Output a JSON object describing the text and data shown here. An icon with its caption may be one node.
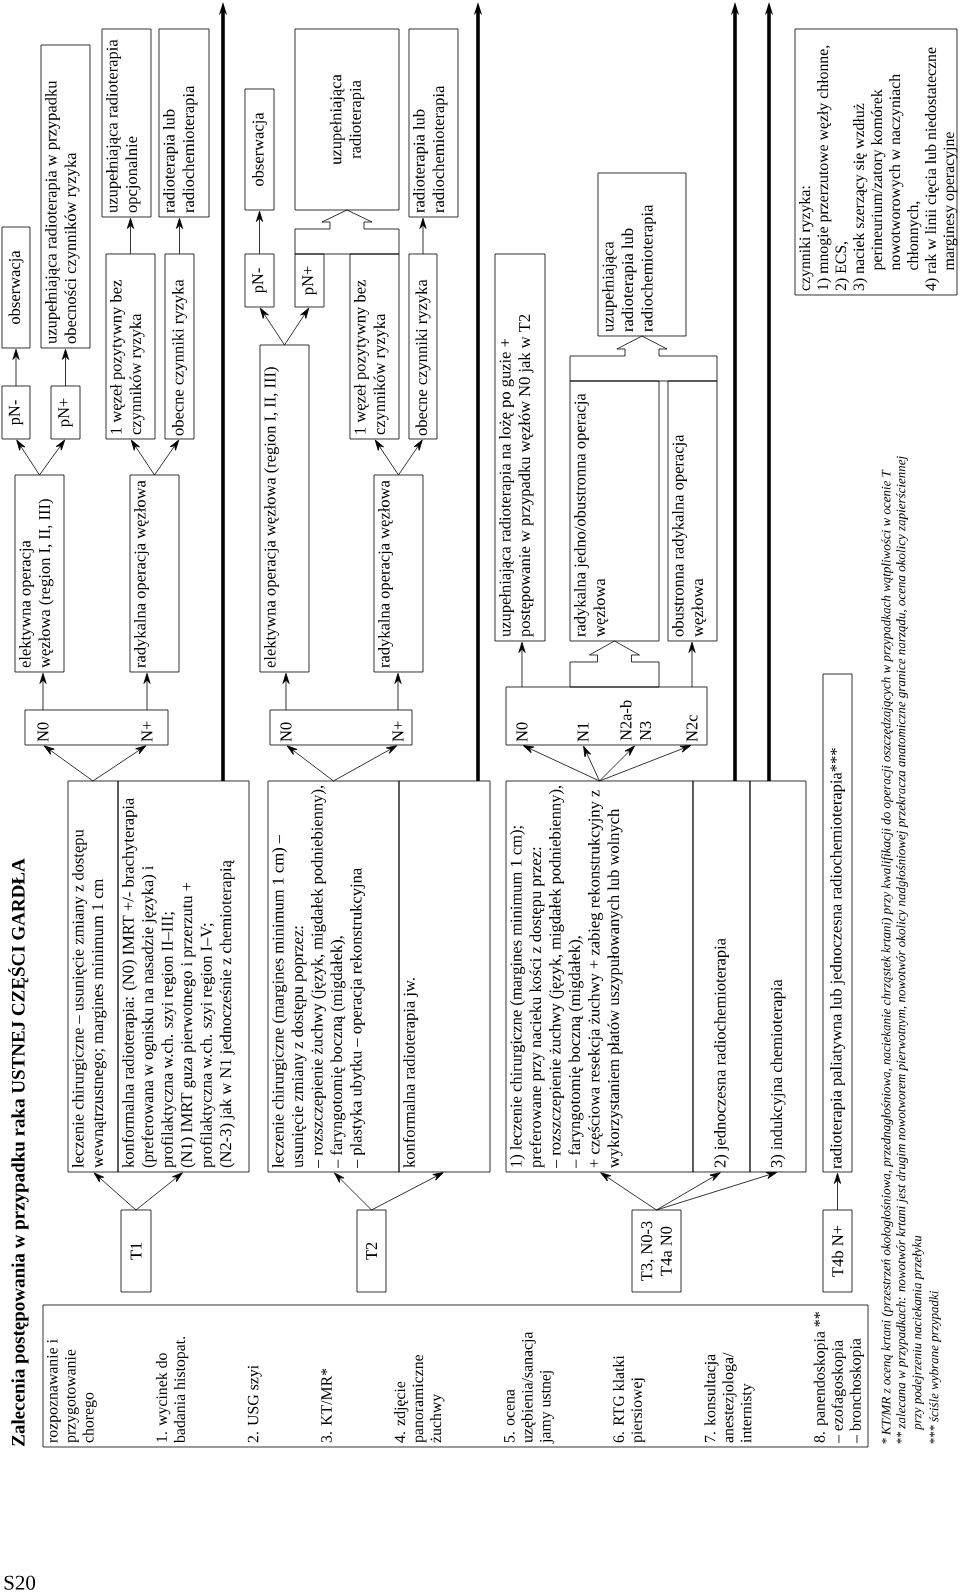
{
  "diagram": {
    "title": "Zalecenia postępowania w przypadku raka USTNEJ CZĘŚCI GARDŁA",
    "nodes": [
      {
        "text": [
          "rozpoznawanie i przygotowanie chorego",
          "1. wycinek do badania histopat.",
          "2. USG szyi",
          "3. KT/MR*",
          "4. zdjęcie panoramiczne żuchwy",
          "5. ocena uzębienia/sanacja jamy ustnej",
          "6. RTG klatki piersiowej",
          "7. konsultacja anestezjologa/ internisty",
          "8. panendoskopia **",
          "– ezofagoskopia",
          "– bronchoskopia"
        ]
      },
      {
        "text": [
          "T1"
        ]
      },
      {
        "text": [
          "leczenie chirurgiczne – usunięcie zmiany z dostępu wewnątrzustnego; margines minimum 1 cm"
        ]
      },
      {
        "text": [
          "konformalna radioterapia: (N0) IMRT +/- brachyterapia (preferowana w ognisku na nasadzie języka) i profilaktyczna w.ch. szyi region II–III;",
          "(N1) IMRT guza pierwotnego i przerzutu + profilaktyczna w.ch. szyi region I–V;",
          "(N2-3) jak w N1 jednocześnie z chemioterapią"
        ]
      },
      {
        "text": [],
        "shape": "box"
      },
      {
        "text": [
          "N0"
        ],
        "in": 4
      },
      {
        "text": [
          "N+"
        ],
        "in": 4
      },
      {
        "text": [
          "elektywna operacja węzłowa (region I, II, III)"
        ]
      },
      {
        "text": [
          "radykalna operacja węzłowa"
        ]
      },
      {
        "text": [
          "pN-"
        ]
      },
      {
        "text": [
          "pN+"
        ]
      },
      {
        "text": [
          "1 węzeł pozytywny bez czynników ryzyka"
        ]
      },
      {
        "text": [
          "obecne czynniki ryzyka"
        ]
      },
      {
        "text": [
          "obserwacja"
        ]
      },
      {
        "text": [
          "uzupełniająca radioterapia w przypadku obecności czynników ryzyka"
        ]
      },
      {
        "text": [
          "uzupełniająca radioterapia opcjonalnie"
        ]
      },
      {
        "text": [
          "radioterapia lub radiochemioterapia"
        ]
      },
      {
        "text": [
          "T2"
        ]
      },
      {
        "text": [
          "leczenie chirurgiczne (margines minimum 1 cm) – usunięcie zmiany z dostępu poprzez:",
          "– rozszczepienie żuchwy (język, migdałek podniebienny),",
          "– faryngotomię boczną (migdałek),",
          "– plastyka ubytku – operacja rekonstrukcyjna"
        ]
      },
      {
        "text": [
          "konformalna radioterapia jw."
        ]
      },
      {
        "text": [],
        "shape": "box"
      },
      {
        "text": [
          "N0"
        ],
        "in": 20
      },
      {
        "text": [
          "N+"
        ],
        "in": 20
      },
      {
        "text": [
          "elektywna operacja węzłowa (region I, II, III)"
        ]
      },
      {
        "text": [
          "radykalna operacja węzłowa"
        ]
      },
      {
        "text": [
          "pN-"
        ]
      },
      {
        "text": [
          "pN+"
        ]
      },
      {
        "text": [
          "1 węzeł pozytywny bez czynników ryzyka"
        ]
      },
      {
        "text": [
          "obecne czynniki ryzyka"
        ]
      },
      {
        "text": [
          "obserwacja"
        ]
      },
      {
        "text": [
          "uzupełniająca radioterapia"
        ]
      },
      {
        "text": [
          "radioterapia lub radiochemioterapia"
        ]
      },
      {
        "text": [
          "T3, N0-3 T4a N0"
        ]
      },
      {
        "text": [
          "1) leczenie chirurgiczne (margines minimum 1 cm); preferowane przy nacieku kości z dostępu przez:",
          "– rozszczepienie żuchwy (język, migdałek podniebienny),",
          "– faryngotomię boczną (migdałek),",
          "+ częściowa resekcja żuchwy + zabieg rekonstrukcyjny z wykorzystaniem płatów uszypułowanych lub wolnych"
        ]
      },
      {
        "text": [
          "2) jednoczesna radiochemioterapia"
        ]
      },
      {
        "text": [
          "3) indukcyjna chemioterapia"
        ]
      },
      {
        "text": [],
        "shape": "box"
      },
      {
        "text": [
          "N0"
        ],
        "in": 36
      },
      {
        "text": [
          "N1"
        ],
        "in": 36
      },
      {
        "text": [
          "N2a-b N3"
        ],
        "in": 36
      },
      {
        "text": [
          "N2c"
        ],
        "in": 36
      },
      {
        "text": [
          "uzupełniająca radioterapia na lożę po guzie + postępowanie w przypadku węzłów N0 jak w T2"
        ]
      },
      {
        "text": [
          "radykalna jedno/obustronna operacja węzłowa"
        ]
      },
      {
        "text": [
          "obustronna radykalna operacja węzłowa"
        ]
      },
      {
        "text": [
          "uzupełniająca radioterapia lub radiochemioterapia"
        ]
      },
      {
        "text": [
          "T4b N+"
        ]
      },
      {
        "text": [
          "radioterapia paliatywna lub jednoczesna radiochemioterapia***"
        ]
      },
      {
        "text": [
          "czynniki ryzyka:",
          "1) mnogie przerzutowe węzły chłonne,",
          "2) ECS,",
          "3) naciek szerzący się wzdłuż perineurium/zatory komórek nowotworowych w naczyniach chłonnych,",
          "4) rak w linii cięcia lub niedostateczne marginesy operacyjne"
        ]
      }
    ],
    "edges": [
      {
        "from": 1,
        "to": 2,
        "arrow": "to"
      },
      {
        "from": 1,
        "to": 3,
        "arrow": "to"
      },
      {
        "from": 2,
        "to": 5,
        "arrow": "to"
      },
      {
        "from": 2,
        "to": 6,
        "arrow": "to"
      },
      {
        "from": 5,
        "to": 7,
        "arrow": "to"
      },
      {
        "from": 6,
        "to": 8,
        "arrow": "to"
      },
      {
        "from": 7,
        "to": 9,
        "arrow": "to"
      },
      {
        "from": 7,
        "to": 10,
        "arrow": "to"
      },
      {
        "from": 9,
        "to": 13,
        "arrow": "to"
      },
      {
        "from": 10,
        "to": 14,
        "arrow": "to"
      },
      {
        "from": 8,
        "to": 11,
        "arrow": "to"
      },
      {
        "from": 8,
        "to": 12,
        "arrow": "to"
      },
      {
        "from": 11,
        "to": 15,
        "arrow": "to"
      },
      {
        "from": 12,
        "to": 16,
        "arrow": "to"
      },
      {
        "from": 3,
        "to": null,
        "arrow": "to",
        "style": "thick"
      },
      {
        "from": 17,
        "to": 18,
        "arrow": "to"
      },
      {
        "from": 17,
        "to": 19,
        "arrow": "to"
      },
      {
        "from": 18,
        "to": 21,
        "arrow": "to"
      },
      {
        "from": 18,
        "to": 22,
        "arrow": "to"
      },
      {
        "from": 21,
        "to": 23,
        "arrow": "to"
      },
      {
        "from": 22,
        "to": 24,
        "arrow": "to"
      },
      {
        "from": 23,
        "to": 25,
        "arrow": "to"
      },
      {
        "from": 23,
        "to": 26,
        "arrow": "to"
      },
      {
        "from": 25,
        "to": 29,
        "arrow": "to"
      },
      {
        "from": 26,
        "to": 30,
        "arrow": "to"
      },
      {
        "from": 27,
        "to": 30,
        "arrow": "to"
      },
      {
        "from": 24,
        "to": 27,
        "arrow": "to"
      },
      {
        "from": 24,
        "to": 28,
        "arrow": "to"
      },
      {
        "from": 28,
        "to": 31,
        "arrow": "to"
      },
      {
        "from": 19,
        "to": null,
        "arrow": "to",
        "style": "thick"
      },
      {
        "from": 32,
        "to": 33,
        "arrow": "to"
      },
      {
        "from": 32,
        "to": 34,
        "arrow": "to"
      },
      {
        "from": 32,
        "to": 35,
        "arrow": "to"
      },
      {
        "from": 33,
        "to": 37,
        "arrow": "to"
      },
      {
        "from": 33,
        "to": 38,
        "arrow": "to"
      },
      {
        "from": 33,
        "to": 39,
        "arrow": "to"
      },
      {
        "from": 33,
        "to": 40,
        "arrow": "to"
      },
      {
        "from": 37,
        "to": 41,
        "arrow": "to"
      },
      {
        "from": 38,
        "to": 42,
        "arrow": "to"
      },
      {
        "from": 39,
        "to": 42,
        "arrow": "to"
      },
      {
        "from": 40,
        "to": 43,
        "arrow": "to"
      },
      {
        "from": 42,
        "to": 44,
        "arrow": "to"
      },
      {
        "from": 43,
        "to": 44,
        "arrow": "to"
      },
      {
        "from": 34,
        "to": null,
        "arrow": "to",
        "style": "thick"
      },
      {
        "from": 35,
        "to": null,
        "arrow": "to",
        "style": "thick"
      },
      {
        "from": 45,
        "to": 46,
        "arrow": "to"
      }
    ],
    "labels": [
      "* KT/MR z oceną krtani (przestrzeń okołogłośniowa, przednagłośniowa, naciekanie chrząstek krtani) przy kwalifikacji do operacji oszczędzających w przypadkach wątpliwości w ocenie T",
      "** zalecana w przypadkach: nowotwór krtani jest drugim nowotworem pierwotnym, nowotwór okolicy nadgłośniowej przekracza anatomiczne granice narządu, ocena okolicy zapierściennej przy podejrzeniu naciekania przełyku",
      "*** ściśle wybrane przypadki",
      "S20"
    ]
  }
}
